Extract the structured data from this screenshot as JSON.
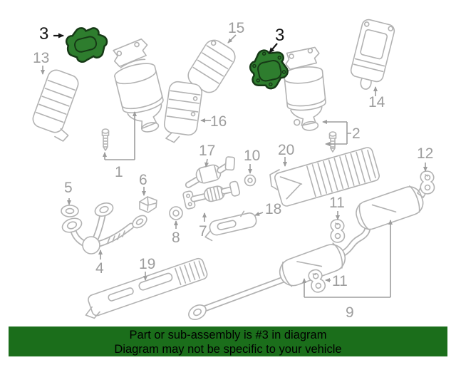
{
  "diagram": {
    "highlighted_part": "3",
    "callouts": [
      {
        "text": "3",
        "highlight": true
      },
      {
        "text": "13"
      },
      {
        "text": "15"
      },
      {
        "text": "16"
      },
      {
        "text": "3",
        "highlight": true
      },
      {
        "text": "14"
      },
      {
        "text": "2"
      },
      {
        "text": "1"
      },
      {
        "text": "17"
      },
      {
        "text": "10"
      },
      {
        "text": "20"
      },
      {
        "text": "12"
      },
      {
        "text": "5"
      },
      {
        "text": "6"
      },
      {
        "text": "18"
      },
      {
        "text": "11"
      },
      {
        "text": "7"
      },
      {
        "text": "8"
      },
      {
        "text": "4"
      },
      {
        "text": "19"
      },
      {
        "text": "11"
      },
      {
        "text": "9"
      }
    ],
    "banner": {
      "line1": "Part or sub-assembly is #3 in diagram",
      "line2": "Diagram may not be specific to your vehicle"
    },
    "colors": {
      "banner_bg": "#1b6e1b",
      "highlight_fill": "#2e7d2e",
      "highlight_outline": "#163916",
      "line_art": "#b2b2b2",
      "label": "#9d9d9d",
      "label_highlight": "#161616"
    }
  }
}
